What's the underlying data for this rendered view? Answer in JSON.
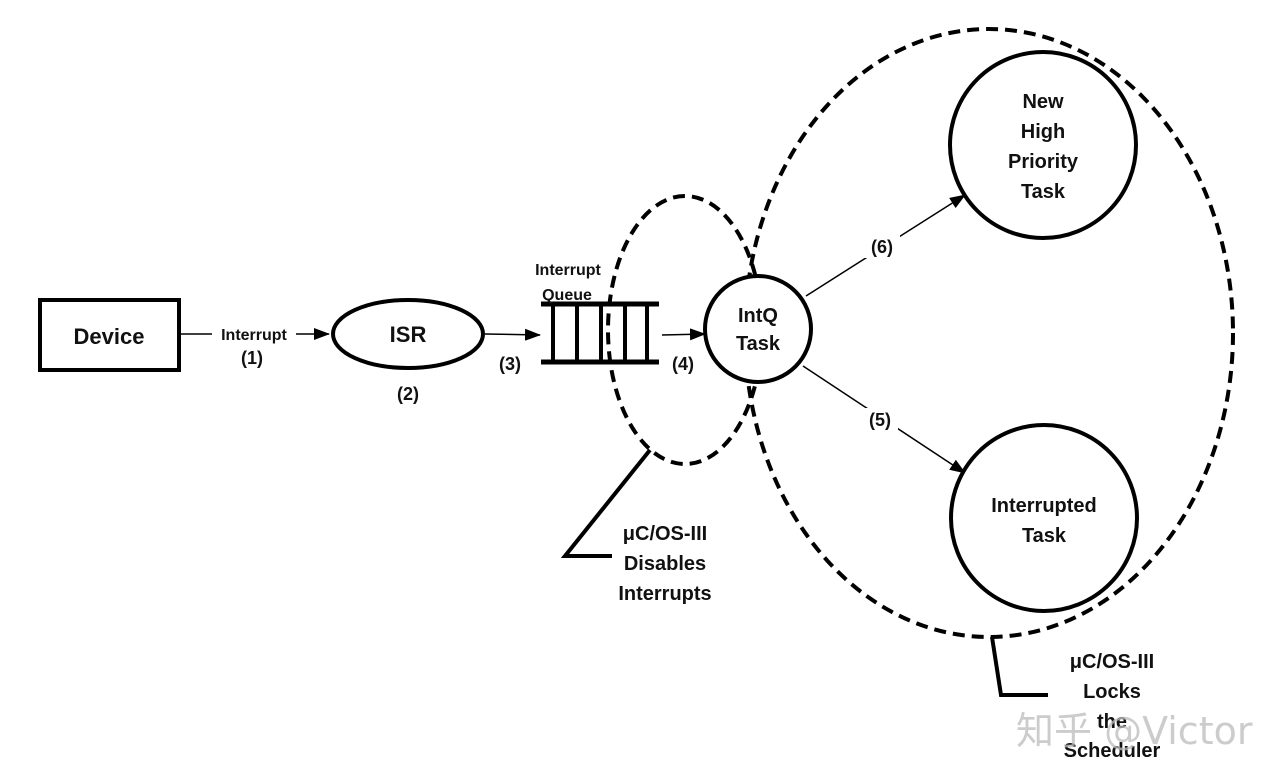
{
  "diagram": {
    "device": "Device",
    "interrupt_label": "Interrupt",
    "step1": "(1)",
    "isr": "ISR",
    "step2": "(2)",
    "step3": "(3)",
    "queue_label_line1": "Interrupt",
    "queue_label_line2": "Queue",
    "step4": "(4)",
    "intq_line1": "IntQ",
    "intq_line2": "Task",
    "step5": "(5)",
    "step6": "(6)",
    "new_task_lines": [
      "New",
      "High",
      "Priority",
      "Task"
    ],
    "interrupted_task_lines": [
      "Interrupted",
      "Task"
    ],
    "disables_note": [
      "μC/OS-III",
      "Disables",
      "Interrupts"
    ],
    "locks_note": [
      "μC/OS-III",
      "Locks",
      "the",
      "Scheduler"
    ],
    "watermark": "知乎 @Victor"
  }
}
